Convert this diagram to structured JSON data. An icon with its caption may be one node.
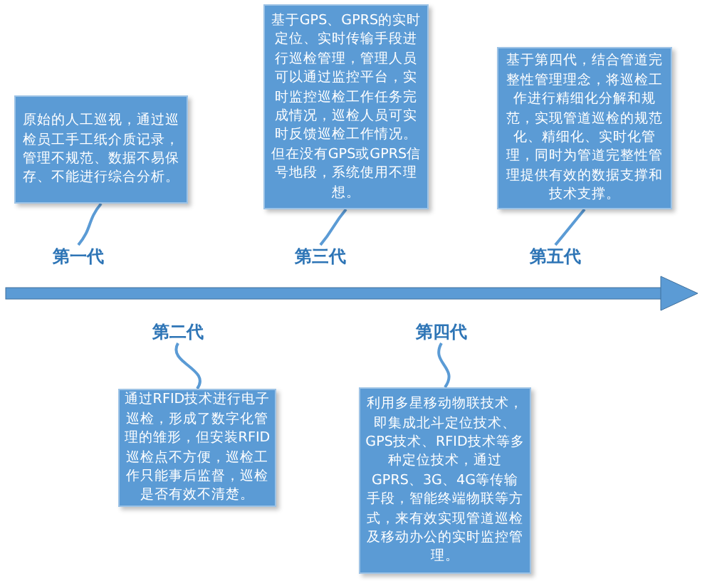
{
  "diagram": {
    "nodes": [
      {
        "text": [
          "原始的人工巡视，通过巡检员工手工纸介质记录，管理不规范、数据不易保存、不能进行综合分析。"
        ]
      },
      {
        "text": [
          "基于GPS、GPRS的实时定位、实时传输手段进行巡检管理，管理人员可以通过监控平台，实时监控巡检工作任务完成情况，巡检人员可实时反馈巡检工作情况。但在没有GPS或GPRS信号地段，系统使用不理想。"
        ]
      },
      {
        "text": [
          "基于第四代，结合管道完整性管理理念，将巡检工作进行精细化分解和规范，实现管道巡检的规范化、精细化、实时化管理，同时为管道完整性管理提供有效的数据支撑和技术支撑。"
        ]
      },
      {
        "text": [
          "第一代"
        ]
      },
      {
        "text": [
          "第三代"
        ]
      },
      {
        "text": [
          "第五代"
        ]
      },
      {
        "text": [
          "第二代"
        ]
      },
      {
        "text": [
          "第四代"
        ]
      },
      {
        "text": [
          "通过RFID技术进行电子巡检，形成了数字化管理的雏形，但安装RFID巡检点不方便，巡检工作只能事后监督，巡检是否有效不清楚。"
        ]
      },
      {
        "text": [
          "利用多星移动物联技术，即集成北斗定位技术、GPS技术、RFID技术等多种定位技术，通过GPRS、3G、4G等传输手段，智能终端物联等方式，来有效实现管道巡检及移动办公的实时监控管理。"
        ]
      }
    ],
    "edges": [
      {
        "from": 0,
        "to": 3,
        "arrow": "none"
      },
      {
        "from": 1,
        "to": 4,
        "arrow": "none"
      },
      {
        "from": 2,
        "to": 5,
        "arrow": "none"
      },
      {
        "from": 8,
        "to": 6,
        "arrow": "none"
      },
      {
        "from": 9,
        "to": 7,
        "arrow": "none"
      }
    ]
  }
}
